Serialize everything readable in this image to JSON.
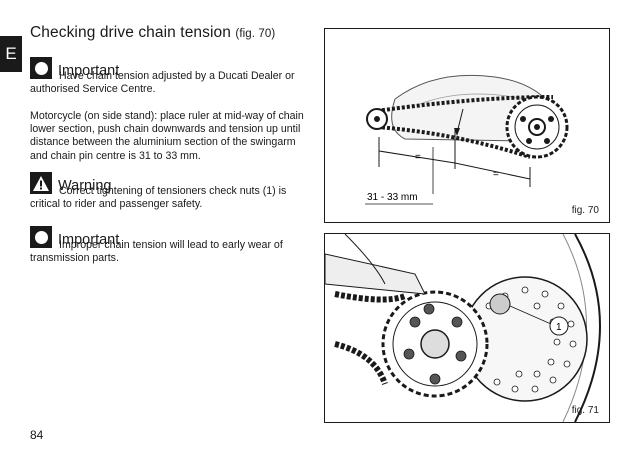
{
  "language_tab": "E",
  "title": {
    "text": "Checking drive chain tension",
    "ref": "(fig. 70)"
  },
  "notes": [
    {
      "kind": "important",
      "title": "Important",
      "first_line": "Have chain tension adjusted by a Ducati Dealer or",
      "rest": "authorised Service Centre."
    },
    {
      "kind": "warning",
      "title": "Warning",
      "first_line": "Correct tightening of tensioners check nuts (1) is",
      "rest": "critical to rider and passenger safety."
    },
    {
      "kind": "important",
      "title": "Important",
      "first_line": "Improper chain tension will lead to early wear of",
      "rest": "transmission parts."
    }
  ],
  "paragraph": "Motorcycle (on side stand): place ruler at mid-way of chain lower section, push chain downwards and tension up until distance between the aluminium section of the swingarm and chain pin centre is 31 to 33 mm.",
  "figures": {
    "fig70": {
      "caption": "fig. 70",
      "measure_label": "31 - 33 mm",
      "equal_mark": "="
    },
    "fig71": {
      "caption": "fig. 71",
      "callout": "1"
    }
  },
  "page_number": "84"
}
